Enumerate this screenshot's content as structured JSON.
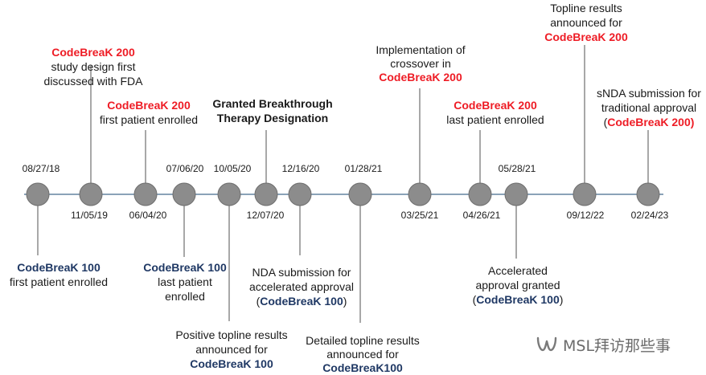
{
  "colors": {
    "line": "#8aa2b8",
    "node_fill": "#8c8c8c",
    "node_stroke": "#6e6e6e",
    "connector": "#7a7a7a",
    "text": "#1a1a1a",
    "red_trial": "#ee1c25",
    "blue_trial": "#1f3864"
  },
  "events": [
    {
      "date": "08/27/18",
      "side": "above",
      "lines": [],
      "note": [
        [
          {
            "t": "CodeBreaK 100",
            "c": "blue"
          }
        ],
        [
          {
            "t": "first patient enrolled"
          }
        ]
      ]
    },
    {
      "date": "11/05/19",
      "side": "below",
      "lines": [],
      "note": [
        [
          {
            "t": "CodeBreaK 200",
            "c": "red"
          }
        ],
        [
          {
            "t": "study design first"
          }
        ],
        [
          {
            "t": "discussed with FDA"
          }
        ]
      ]
    },
    {
      "date": "06/04/20",
      "side": "below",
      "note": [
        [
          {
            "t": "CodeBreaK 200",
            "c": "red"
          }
        ],
        [
          {
            "t": "first patient enrolled"
          }
        ]
      ]
    },
    {
      "date": "07/06/20",
      "side": "above",
      "note": [
        [
          {
            "t": "CodeBreaK 100",
            "c": "blue"
          }
        ],
        [
          {
            "t": "last patient"
          }
        ],
        [
          {
            "t": "enrolled"
          }
        ]
      ]
    },
    {
      "date": "10/05/20",
      "side": "above",
      "note": [
        [
          {
            "t": "Positive topline results"
          }
        ],
        [
          {
            "t": "announced for"
          }
        ],
        [
          {
            "t": "CodeBreaK 100",
            "c": "blue"
          }
        ]
      ]
    },
    {
      "date": "12/07/20",
      "side": "below",
      "note": [
        [
          {
            "t": "Granted Breakthrough",
            "b": true
          }
        ],
        [
          {
            "t": "Therapy Designation",
            "b": true
          }
        ]
      ]
    },
    {
      "date": "12/16/20",
      "side": "above",
      "note": [
        [
          {
            "t": "NDA submission for"
          }
        ],
        [
          {
            "t": "accelerated approval"
          }
        ],
        [
          {
            "t": "("
          },
          {
            "t": "CodeBreaK 100",
            "c": "blue"
          },
          {
            "t": ")"
          }
        ]
      ]
    },
    {
      "date": "01/28/21",
      "side": "above",
      "note": [
        [
          {
            "t": "Detailed topline results"
          }
        ],
        [
          {
            "t": "announced for"
          }
        ],
        [
          {
            "t": "CodeBreaK100",
            "c": "blue"
          }
        ]
      ]
    },
    {
      "date": "03/25/21",
      "side": "below",
      "note": [
        [
          {
            "t": "Implementation of"
          }
        ],
        [
          {
            "t": "crossover in"
          }
        ],
        [
          {
            "t": "CodeBreaK 200",
            "c": "red"
          }
        ]
      ]
    },
    {
      "date": "04/26/21",
      "side": "below",
      "note": [
        [
          {
            "t": "CodeBreaK 200",
            "c": "red"
          }
        ],
        [
          {
            "t": "last patient enrolled"
          }
        ]
      ]
    },
    {
      "date": "05/28/21",
      "side": "above",
      "note": [
        [
          {
            "t": "Accelerated"
          }
        ],
        [
          {
            "t": "approval granted"
          }
        ],
        [
          {
            "t": "("
          },
          {
            "t": "CodeBreaK 100",
            "c": "blue"
          },
          {
            "t": ")"
          }
        ]
      ]
    },
    {
      "date": "09/12/22",
      "side": "below",
      "note": [
        [
          {
            "t": "Topline results"
          }
        ],
        [
          {
            "t": "announced for"
          }
        ],
        [
          {
            "t": "CodeBreaK 200",
            "c": "red"
          }
        ]
      ]
    },
    {
      "date": "02/24/23",
      "side": "below",
      "note": [
        [
          {
            "t": "sNDA submission for"
          }
        ],
        [
          {
            "t": "traditional approval"
          }
        ],
        [
          {
            "t": "("
          },
          {
            "t": "CodeBreaK 200)",
            "c": "red"
          }
        ]
      ]
    }
  ],
  "watermark": {
    "text": "MSL拜访那些事",
    "icon": "wechat-channel-icon"
  }
}
